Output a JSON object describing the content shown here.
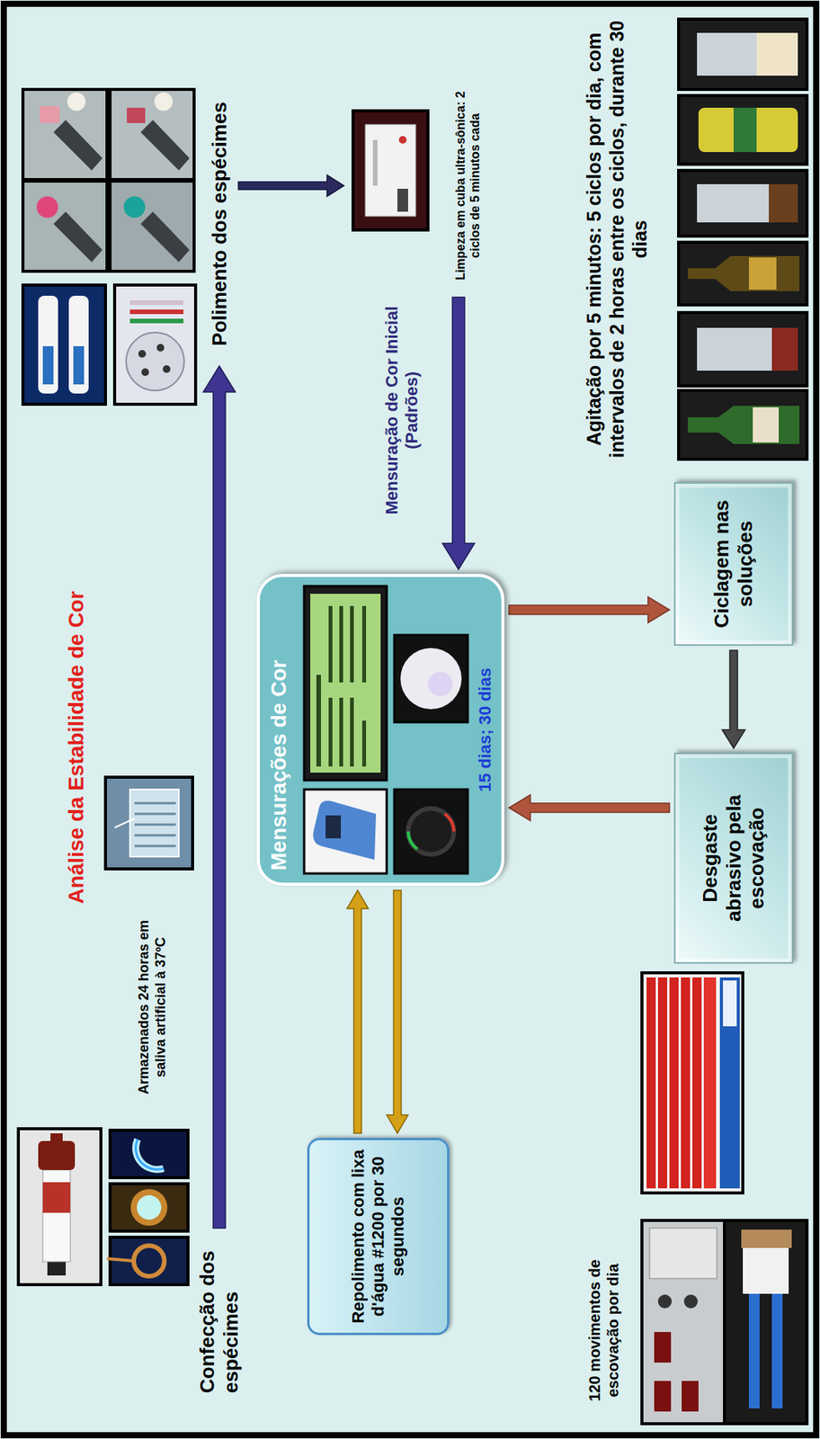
{
  "diagram": {
    "title": "Análise da Estabilidade de Cor",
    "nodes": [
      {
        "text": [
          "Confecção dos espécimes"
        ]
      },
      {
        "text": [
          "Polimento dos espécimes"
        ]
      },
      {
        "text": [
          "Limpeza em cuba ultra-sônica: 2 ciclos de 5 minutos cada"
        ]
      },
      {
        "text": [
          "Mensurações de Cor",
          "15 dias; 30 dias"
        ]
      },
      {
        "text": [
          "Ciclagem nas soluções"
        ]
      },
      {
        "text": [
          "Desgaste abrasivo pela escovação"
        ]
      },
      {
        "text": [
          "Repolimento com lixa d'água #1200 por 30 segundos"
        ]
      }
    ],
    "edges": [
      {
        "from": 0,
        "to": 1,
        "arrow": "to"
      },
      {
        "from": 1,
        "to": 2,
        "arrow": "to"
      },
      {
        "from": 2,
        "to": 3,
        "arrow": "to"
      },
      {
        "from": 3,
        "to": 4,
        "arrow": "to"
      },
      {
        "from": 4,
        "to": 5,
        "arrow": "to"
      },
      {
        "from": 5,
        "to": 3,
        "arrow": "to"
      },
      {
        "from": 6,
        "to": 3,
        "arrow": "to"
      },
      {
        "from": 3,
        "to": 6,
        "arrow": "to"
      }
    ],
    "labels": [
      "Armazenados 24 horas em saliva artificial à 37ºC",
      "Mensuração de Cor Inicial (Padrões)",
      "Agitação por 5 minutos: 5 ciclos por dia, com intervalos de 2 horas entre os ciclos, durante 30 dias",
      "120 movimentos de escovação por dia"
    ]
  }
}
